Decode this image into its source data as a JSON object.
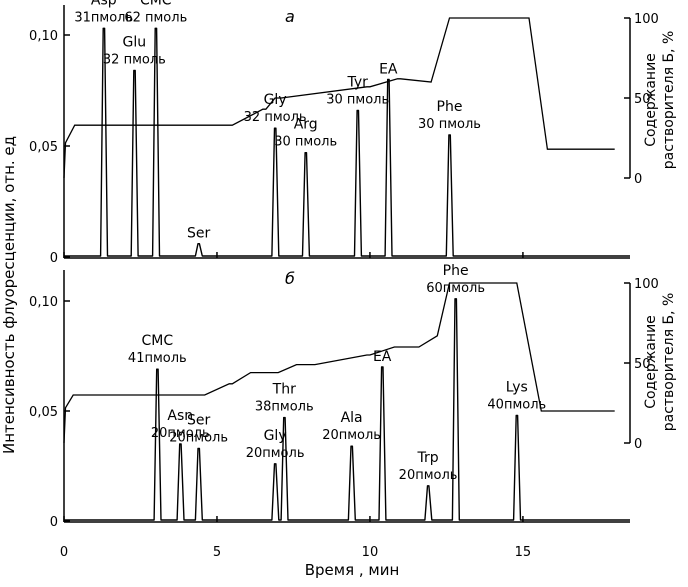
{
  "figure": {
    "y_axis_label": "Интенсивность флуоресценции, отн. ед",
    "x_axis_label": "Время , мин",
    "right_axis_label_line1": "Содержание",
    "right_axis_label_line2": "растворителя Б, %"
  },
  "chart_data": [
    {
      "type": "line",
      "panel_label": "а",
      "xlim": [
        0,
        18.5
      ],
      "ylim": [
        0,
        0.115
      ],
      "x_ticks": [
        0,
        5,
        10,
        15
      ],
      "x_tick_labels": [
        "0",
        "5",
        "10",
        "15"
      ],
      "y_ticks": [
        0,
        0.05,
        0.1
      ],
      "y_tick_labels": [
        "0",
        "0,05",
        "0,10"
      ],
      "right_ticks": [
        0,
        50,
        100
      ],
      "right_tick_labels": [
        "0",
        "50",
        "100"
      ],
      "right_lim": [
        0,
        100
      ],
      "gradient": {
        "name": "Содержание растворителя Б, %",
        "x": [
          0,
          0.05,
          0.35,
          5.5,
          6.5,
          6.6,
          6.9,
          7.1,
          9.9,
          10.0,
          10.9,
          11.0,
          12.0,
          12.6,
          13.6,
          15.2,
          15.8,
          18.0
        ],
        "y": [
          0,
          22,
          33,
          33,
          43,
          43,
          50,
          50,
          57,
          57,
          62,
          62,
          60,
          100,
          100,
          100,
          18,
          18
        ]
      },
      "peaks": [
        {
          "name": "Asp",
          "amount": "31пмоль",
          "x": 1.3,
          "height": 0.103
        },
        {
          "name": "Glu",
          "amount": "32 пмоль",
          "x": 2.3,
          "height": 0.084
        },
        {
          "name": "CMC",
          "amount": "62 пмоль",
          "x": 3.0,
          "height": 0.103
        },
        {
          "name": "Ser",
          "amount": "",
          "x": 4.4,
          "height": 0.006
        },
        {
          "name": "Gly",
          "amount": "32 пмоль",
          "x": 6.9,
          "height": 0.058
        },
        {
          "name": "Arg",
          "amount": "30 пмоль",
          "x": 7.9,
          "height": 0.047
        },
        {
          "name": "Tyr",
          "amount": "30 пмоль",
          "x": 9.6,
          "height": 0.066
        },
        {
          "name": "EA",
          "amount": "",
          "x": 10.6,
          "height": 0.08
        },
        {
          "name": "Phe",
          "amount": "30 пмоль",
          "x": 12.6,
          "height": 0.055
        }
      ]
    },
    {
      "type": "line",
      "panel_label": "б",
      "xlim": [
        0,
        18.5
      ],
      "ylim": [
        0,
        0.115
      ],
      "x_ticks": [
        0,
        5,
        10,
        15
      ],
      "x_tick_labels": [
        "0",
        "5",
        "10",
        "15"
      ],
      "y_ticks": [
        0,
        0.05,
        0.1
      ],
      "y_tick_labels": [
        "0",
        "0,05",
        "0,10"
      ],
      "right_ticks": [
        0,
        50,
        100
      ],
      "right_tick_labels": [
        "0",
        "50",
        "100"
      ],
      "right_lim": [
        0,
        100
      ],
      "gradient": {
        "name": "Содержание растворителя Б, %",
        "x": [
          0,
          0.05,
          0.3,
          4.6,
          5.4,
          5.5,
          6.1,
          7.0,
          7.6,
          8.2,
          9.9,
          10.0,
          10.8,
          10.9,
          11.6,
          12.2,
          12.6,
          14.8,
          15.6,
          18.0
        ],
        "y": [
          0,
          22,
          30,
          30,
          37,
          37,
          44,
          44,
          49,
          49,
          55,
          55,
          60,
          60,
          60,
          67,
          100,
          100,
          20,
          20
        ]
      },
      "peaks": [
        {
          "name": "CMC",
          "amount": "41пмоль",
          "x": 3.05,
          "height": 0.069
        },
        {
          "name": "Asn",
          "amount": "20пмоль",
          "x": 3.8,
          "height": 0.035
        },
        {
          "name": "Ser",
          "amount": "20пмоль",
          "x": 4.4,
          "height": 0.033
        },
        {
          "name": "Gly",
          "amount": "20пмоль",
          "x": 6.9,
          "height": 0.026
        },
        {
          "name": "Thr",
          "amount": "38пмоль",
          "x": 7.2,
          "height": 0.047
        },
        {
          "name": "Ala",
          "amount": "20пмоль",
          "x": 9.4,
          "height": 0.034
        },
        {
          "name": "EA",
          "amount": "",
          "x": 10.4,
          "height": 0.07
        },
        {
          "name": "Trp",
          "amount": "20пмоль",
          "x": 11.9,
          "height": 0.016
        },
        {
          "name": "Phe",
          "amount": "60пмоль",
          "x": 12.8,
          "height": 0.101
        },
        {
          "name": "Lys",
          "amount": "40пмоль",
          "x": 14.8,
          "height": 0.048
        }
      ]
    }
  ]
}
